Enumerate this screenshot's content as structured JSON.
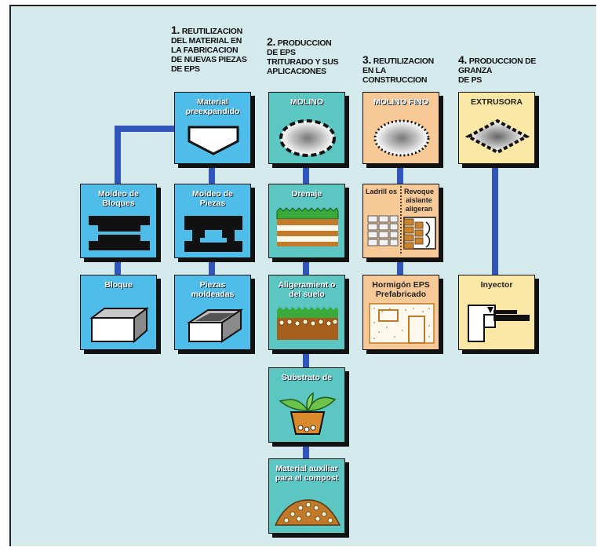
{
  "columns": {
    "c1": {
      "num": "1.",
      "title_lines": [
        "REUTILIZACION",
        "DEL MATERIAL EN",
        "LA FABRICACION",
        "DE NUEVAS PIEZAS",
        "DE EPS"
      ]
    },
    "c2": {
      "num": "2.",
      "title_lines": [
        "PRODUCCION",
        "DE EPS",
        "TRITURADO Y SUS",
        "APLICACIONES"
      ]
    },
    "c3": {
      "num": "3.",
      "title_lines": [
        "REUTILIZACION",
        "EN LA",
        "CONSTRUCCION"
      ]
    },
    "c4": {
      "num": "4.",
      "title_lines": [
        "PRODUCCION DE",
        "GRANZA",
        "DE PS"
      ]
    }
  },
  "boxes": {
    "material": "Material preexpandido",
    "moldeo_bloques": "Moldeo de Bloques",
    "moldeo_piezas": "Moldeo de Piezas",
    "bloque": "Bloque",
    "piezas_moldeadas": "Piezas moldeadas",
    "molino": "MOLINO",
    "drenaje": "Drenaje",
    "aligeramiento": "Aligeramient o del suelo",
    "substrato": "Substrato de",
    "material_auxiliar": "Material auxiliar para el compost",
    "molino_fino": "MOLINO FINO",
    "ladrillos": "Ladrill os",
    "revoque": "Revoque aislante aligeran",
    "hormigon": "Hormigón EPS Prefabricado",
    "extrusora": "EXTRUSORA",
    "inyector": "Inyector"
  },
  "colors": {
    "background": "#d4eaec",
    "blue_box": "#4fbde9",
    "teal_box": "#5cc6c2",
    "peach_box": "#f7c997",
    "yellow_box": "#fbe7a6",
    "connector": "#2f56b8"
  }
}
